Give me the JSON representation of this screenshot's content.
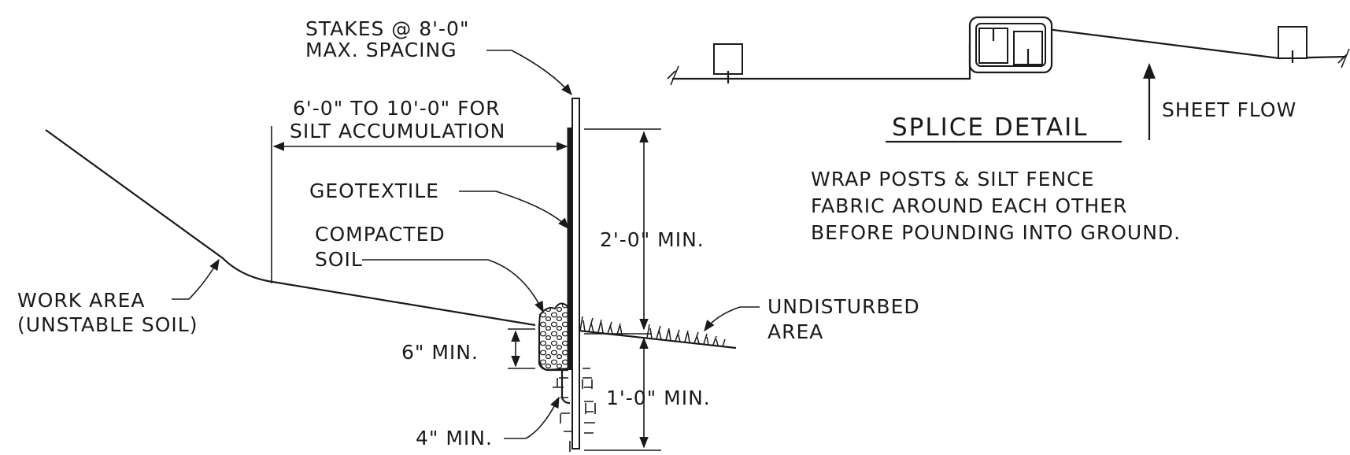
{
  "labels": {
    "stakes_line1": "STAKES @ 8'-0\"",
    "stakes_line2": "MAX. SPACING",
    "accum_line1": "6'-0\" TO 10'-0\" FOR",
    "accum_line2": "SILT ACCUMULATION",
    "geotextile": "GEOTEXTILE",
    "compacted_line1": "COMPACTED",
    "compacted_line2": "SOIL",
    "work_area_line1": "WORK AREA",
    "work_area_line2": "(UNSTABLE SOIL)",
    "six_min": "6\" MIN.",
    "four_min": "4\" MIN.",
    "two_ft_min": "2'-0\" MIN.",
    "one_ft_min": "1'-0\" MIN.",
    "undisturbed_line1": "UNDISTURBED",
    "undisturbed_line2": "AREA",
    "splice_title": "SPLICE DETAIL",
    "sheet_flow": "SHEET FLOW",
    "note_line1": "WRAP POSTS & SILT FENCE",
    "note_line2": "FABRIC AROUND EACH OTHER",
    "note_line3": "BEFORE POUNDING INTO GROUND."
  }
}
